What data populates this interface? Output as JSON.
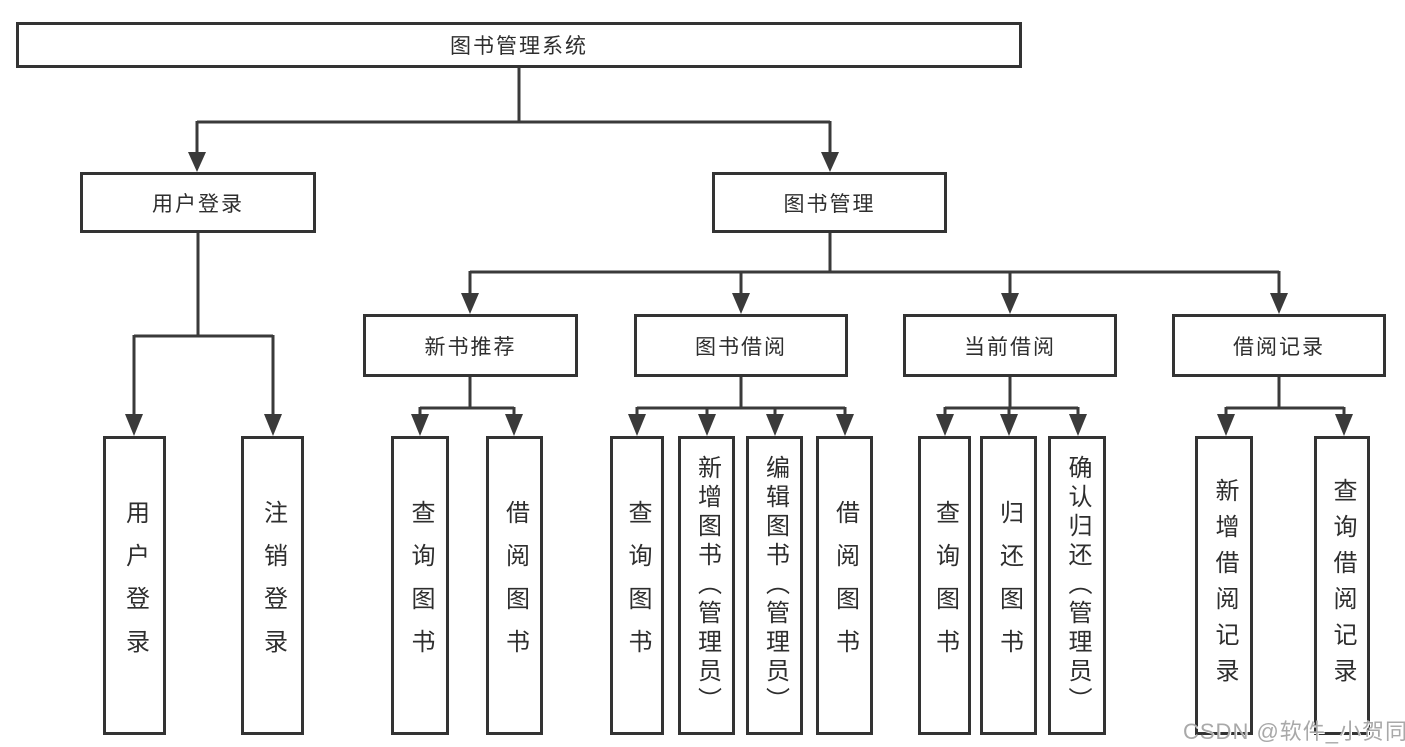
{
  "diagram": {
    "root": {
      "label": "图书管理系统",
      "children": [
        {
          "label": "用户登录",
          "children": [
            {
              "label": "用户登录"
            },
            {
              "label": "注销登录"
            }
          ]
        },
        {
          "label": "图书管理",
          "children": [
            {
              "label": "新书推荐",
              "children": [
                {
                  "label": "查询图书"
                },
                {
                  "label": "借阅图书"
                }
              ]
            },
            {
              "label": "图书借阅",
              "children": [
                {
                  "label": "查询图书"
                },
                {
                  "label": "新增图书（管理员）"
                },
                {
                  "label": "编辑图书（管理员）"
                },
                {
                  "label": "借阅图书"
                }
              ]
            },
            {
              "label": "当前借阅",
              "children": [
                {
                  "label": "查询图书"
                },
                {
                  "label": "归还图书"
                },
                {
                  "label": "确认归还（管理员）"
                }
              ]
            },
            {
              "label": "借阅记录",
              "children": [
                {
                  "label": "新增借阅记录"
                },
                {
                  "label": "查询借阅记录"
                }
              ]
            }
          ]
        }
      ]
    },
    "watermark": "CSDN @软件_小贺同学",
    "colors": {
      "line": "#3a3a3a",
      "border": "#333333",
      "text": "#2e2e2e",
      "watermark": "#a9a9a9",
      "background": "#ffffff"
    }
  }
}
